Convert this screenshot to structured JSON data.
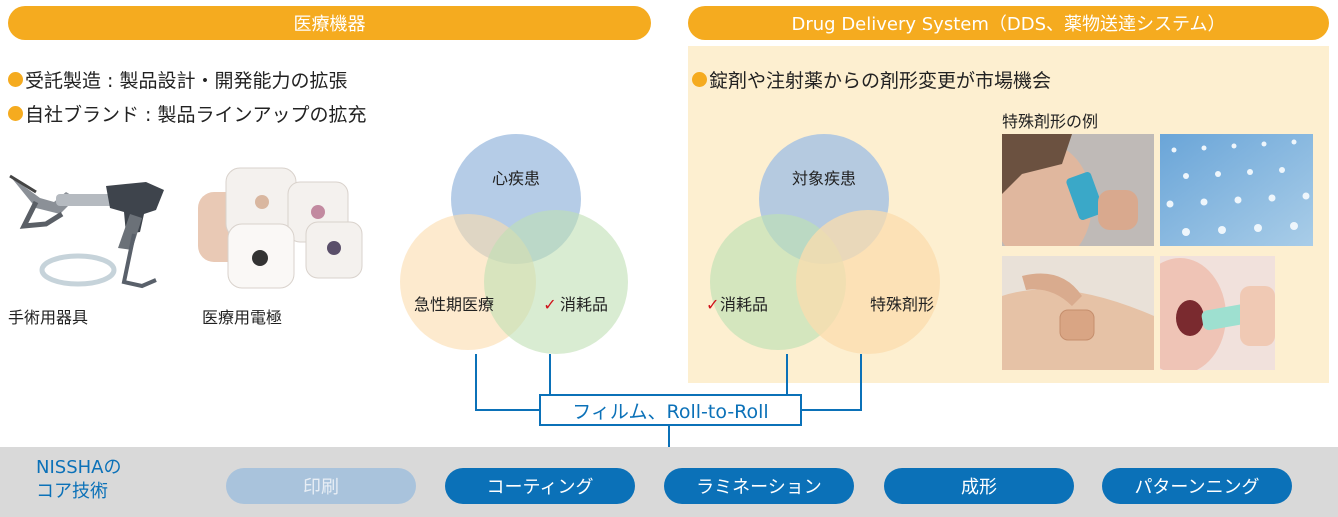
{
  "medical": {
    "banner": "医療機器",
    "bullets": [
      "受託製造 : 製品設計・開発能力の拡張",
      "自社ブランド : 製品ラインアップの拡充"
    ],
    "captions": [
      "手術用器具",
      "医療用電極"
    ],
    "venn": {
      "top": "心疾患",
      "left": "急性期医療",
      "right": "消耗品",
      "right_checked": true
    }
  },
  "dds": {
    "banner": "Drug Delivery System（DDS、薬物送達システム）",
    "bullets": [
      "錠剤や注射薬からの剤形変更が市場機会"
    ],
    "examples_label": "特殊剤形の例",
    "venn": {
      "top": "対象疾患",
      "left": "消耗品",
      "left_checked": true,
      "right": "特殊剤形"
    }
  },
  "connector": {
    "label": "フィルム、Roll-to-Roll"
  },
  "core": {
    "title_lines": [
      "NISSHAの",
      "コア技術"
    ],
    "technologies": [
      {
        "label": "印刷",
        "active": false
      },
      {
        "label": "コーティング",
        "active": true
      },
      {
        "label": "ラミネーション",
        "active": true
      },
      {
        "label": "成形",
        "active": true
      },
      {
        "label": "パターンニング",
        "active": true
      }
    ]
  },
  "colors": {
    "accent_orange": "#f5ab1f",
    "core_blue": "#0b71b8",
    "venn_blue": "#a8c3e3",
    "venn_orange": "#fbdcae",
    "venn_green": "#bfe0b4"
  }
}
